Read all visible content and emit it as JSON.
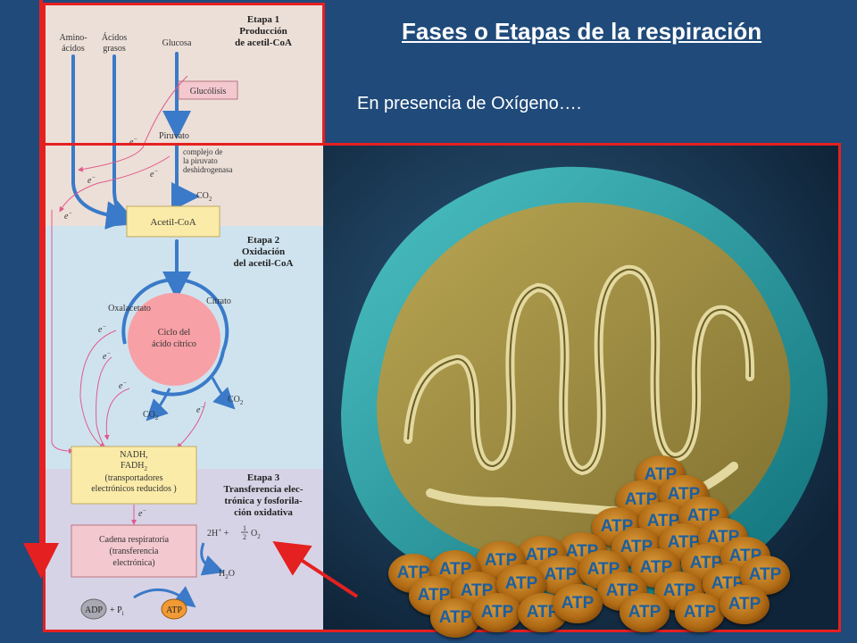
{
  "slide": {
    "title": "Fases o Etapas de la respiración",
    "subtitle": "En presencia de Oxígeno…."
  },
  "diagram": {
    "stage1": {
      "line1": "Etapa 1",
      "line2": "Producción",
      "line3": "de acetil-CoA"
    },
    "stage2": {
      "line1": "Etapa 2",
      "line2": "Oxidación",
      "line3": "del acetil-CoA"
    },
    "stage3": {
      "line1": "Etapa 3",
      "line2": "Transferencia elec-",
      "line3": "trónica y fosforila-",
      "line4": "ción oxidativa"
    },
    "inputs": {
      "aa1": "Amino-",
      "aa2": "ácidos",
      "fa1": "Ácidos",
      "fa2": "grasos",
      "glucose": "Glucosa"
    },
    "glycolysis": "Glucólisis",
    "pyruvate": "Piruvato",
    "pdh": {
      "l1": "complejo de",
      "l2": "la piruvato",
      "l3": "deshidrogenasa"
    },
    "co2": "CO",
    "co2_sub": "2",
    "acetylcoa": "Acetil-CoA",
    "oxaloacetate": "Oxalacetato",
    "citrate": "Citrato",
    "cycle": {
      "l1": "Ciclo del",
      "l2": "ácido cítrico"
    },
    "electron": "e",
    "electron_sup": "−",
    "carriers": {
      "l1": "NADH,",
      "l2": "FADH",
      "l2_sub": "2",
      "l3": "(transportadores",
      "l4": "electrónicos reducidos )"
    },
    "chain": {
      "l1": "Cadena respiratoria",
      "l2": "(transferencia",
      "l3": "electrónica)"
    },
    "reaction": {
      "h": "2H",
      "h_sup": "+",
      "plus": "+",
      "half_num": "1",
      "half_den": "2",
      "o": "O",
      "o_sub": "2"
    },
    "water": {
      "h": "H",
      "h_sub": "2",
      "o": "O"
    },
    "adp": "ADP",
    "pi": "+ P",
    "pi_sub": "i",
    "atp": "ATP"
  },
  "atp_label": "ATP",
  "colors": {
    "frame": "#e52020",
    "background": "#1f4a7a",
    "atp_text": "#1b5fa0",
    "atp_fill": "#b06a14"
  }
}
